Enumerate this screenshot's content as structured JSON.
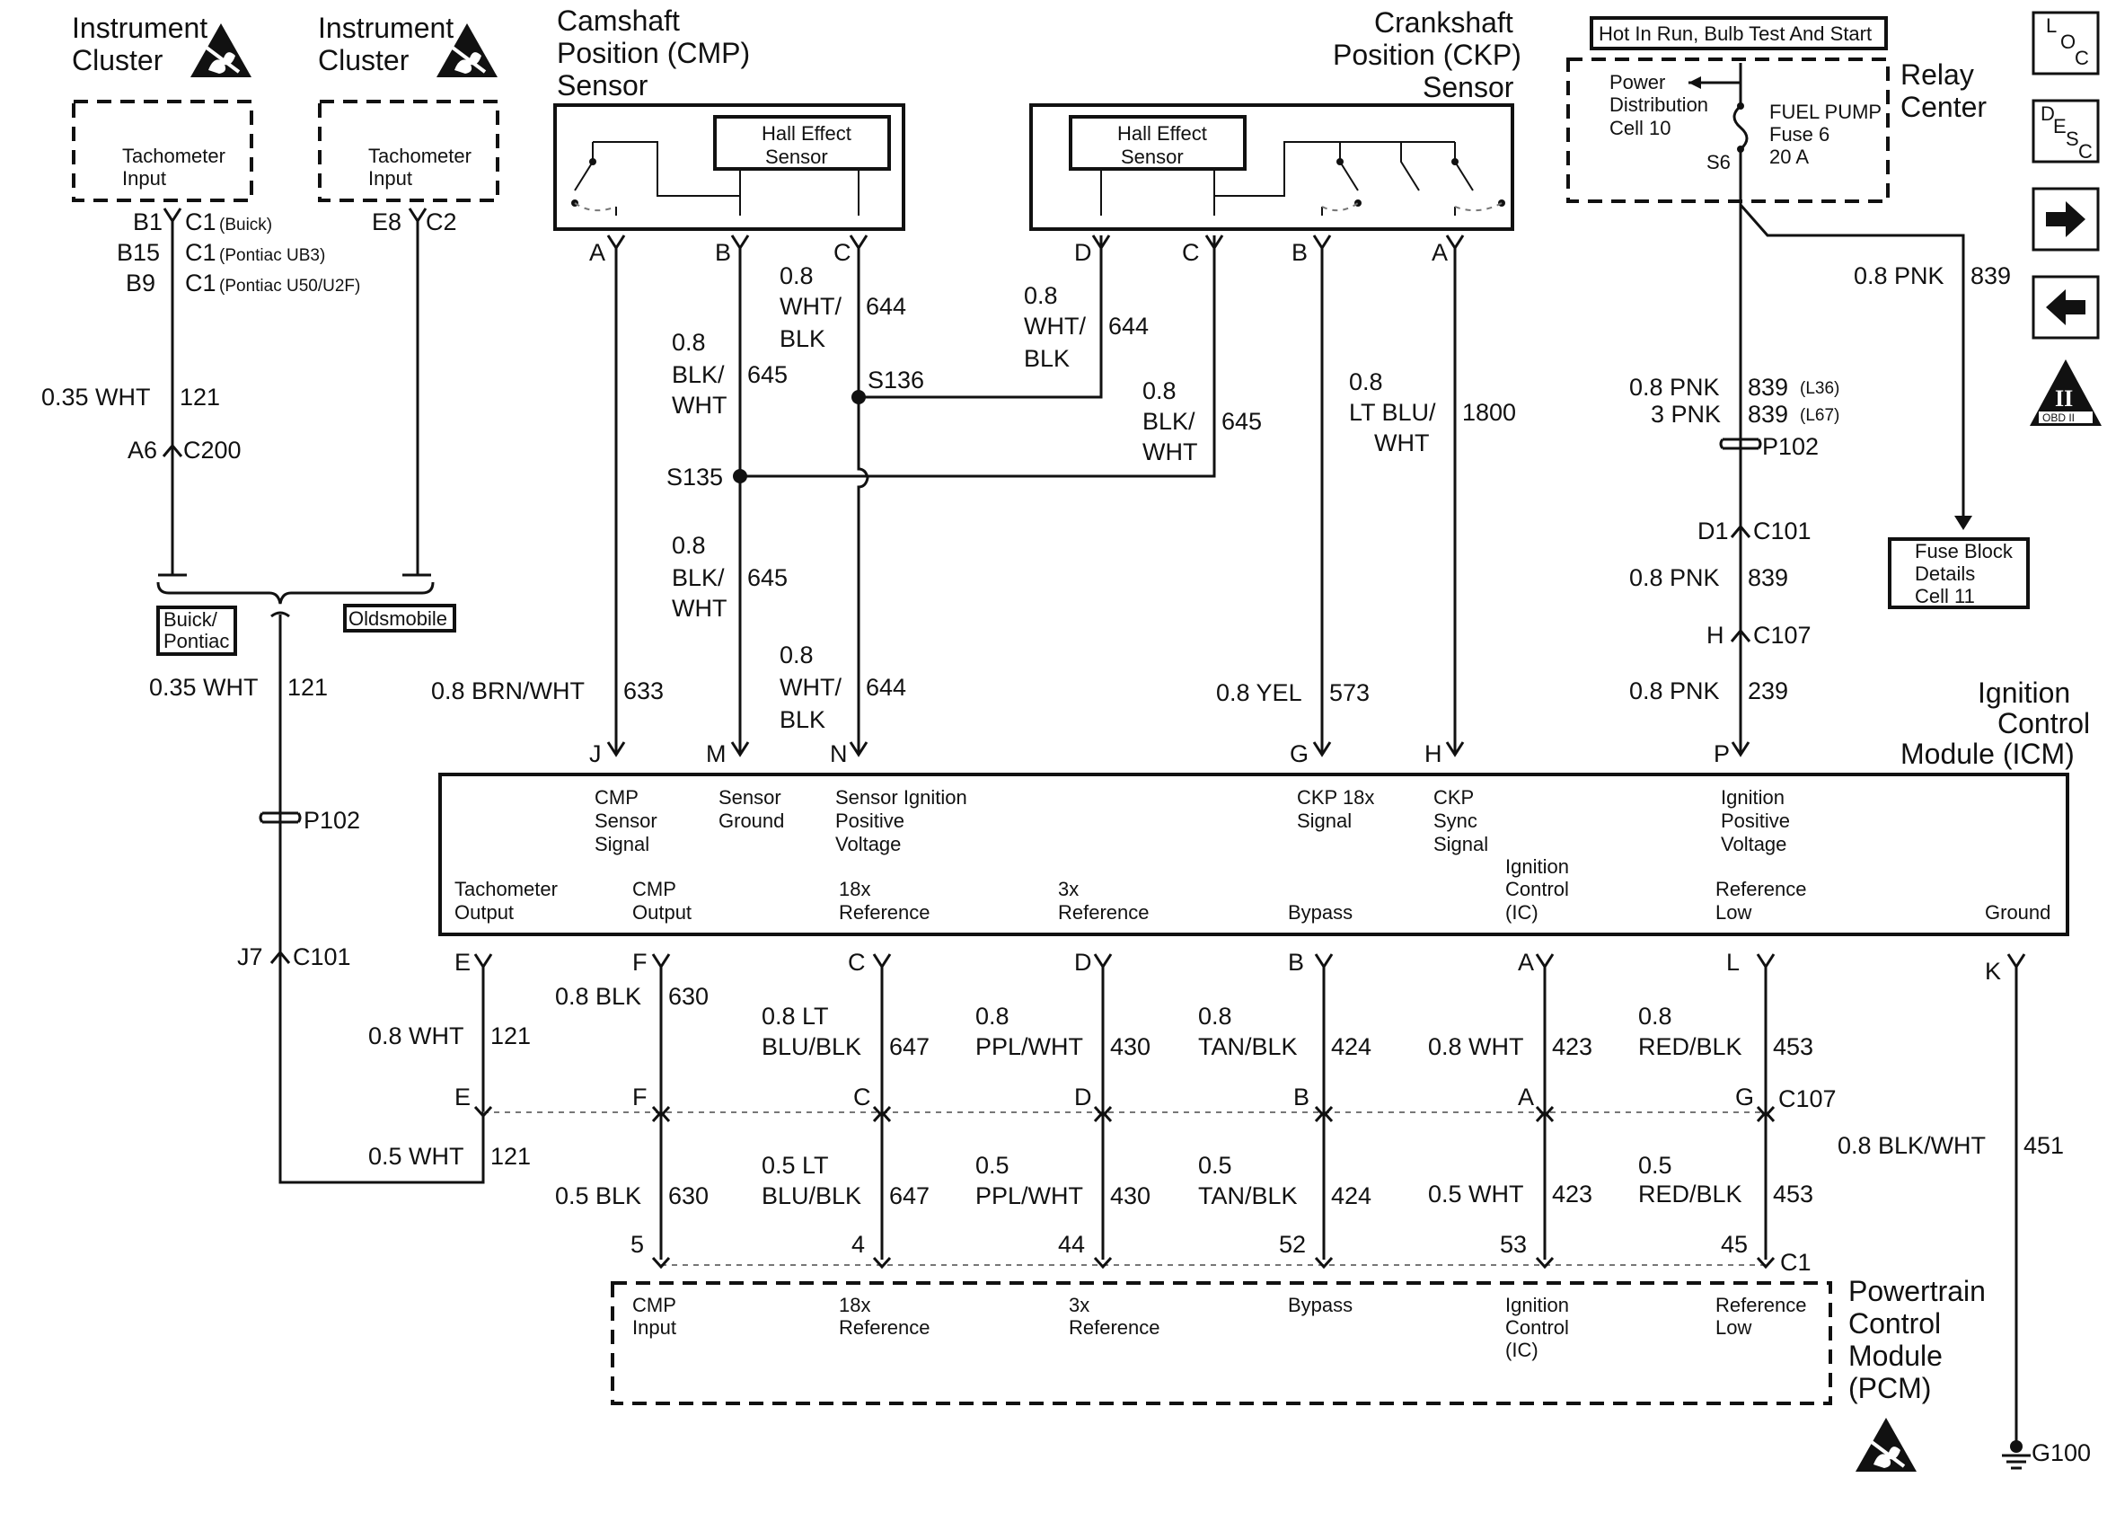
{
  "modules": {
    "instrument_cluster_1": {
      "title_line1": "Instrument",
      "title_line2": "Cluster",
      "input_line1": "Tachometer",
      "input_line2": "Input"
    },
    "instrument_cluster_2": {
      "title_line1": "Instrument",
      "title_line2": "Cluster",
      "input_line1": "Tachometer",
      "input_line2": "Input"
    },
    "cmp_sensor": {
      "title_line1": "Camshaft",
      "title_line2": "Position (CMP)",
      "title_line3": "Sensor",
      "hall_line1": "Hall Effect",
      "hall_line2": "Sensor"
    },
    "ckp_sensor": {
      "title_line1": "Crankshaft",
      "title_line2": "Position (CKP)",
      "title_line3": "Sensor",
      "hall_line1": "Hall Effect",
      "hall_line2": "Sensor"
    },
    "relay_center": {
      "header": "Hot In Run, Bulb Test And Start",
      "title_line1": "Relay",
      "title_line2": "Center",
      "pd_line1": "Power",
      "pd_line2": "Distribution",
      "pd_line3": "Cell 10",
      "fuse_line1": "FUEL PUMP",
      "fuse_line2": "Fuse 6",
      "fuse_line3": "20 A",
      "fuse_pin": "S6"
    },
    "fuse_block": {
      "line1": "Fuse Block",
      "line2": "Details",
      "line3": "Cell 11"
    },
    "icm": {
      "title_line1": "Ignition",
      "title_line2": "Control",
      "title_line3": "Module (ICM)",
      "top_labels": [
        {
          "l1": "CMP",
          "l2": "Sensor",
          "l3": "Signal"
        },
        {
          "l1": "Sensor",
          "l2": "Ground",
          "l3": ""
        },
        {
          "l1": "Sensor Ignition",
          "l2": "Positive",
          "l3": "Voltage"
        },
        {
          "l1": "CKP 18x",
          "l2": "Signal",
          "l3": ""
        },
        {
          "l1": "CKP",
          "l2": "Sync",
          "l3": "Signal"
        },
        {
          "l1": "Ignition",
          "l2": "Positive",
          "l3": "Voltage"
        }
      ],
      "bottom_labels": [
        {
          "l1": "Tachometer",
          "l2": "Output",
          "l3": ""
        },
        {
          "l1": "CMP",
          "l2": "Output",
          "l3": ""
        },
        {
          "l1": "18x",
          "l2": "Reference",
          "l3": ""
        },
        {
          "l1": "3x",
          "l2": "Reference",
          "l3": ""
        },
        {
          "l1": "",
          "l2": "Bypass",
          "l3": ""
        },
        {
          "l1": "Ignition",
          "l2": "Control",
          "l3": "(IC)"
        },
        {
          "l1": "Reference",
          "l2": "Low",
          "l3": ""
        },
        {
          "l1": "",
          "l2": "Ground",
          "l3": ""
        }
      ]
    },
    "pcm": {
      "title_line1": "Powertrain",
      "title_line2": "Control",
      "title_line3": "Module",
      "title_line4": "(PCM)",
      "labels": [
        {
          "l1": "CMP",
          "l2": "Input",
          "l3": ""
        },
        {
          "l1": "18x",
          "l2": "Reference",
          "l3": ""
        },
        {
          "l1": "3x",
          "l2": "Reference",
          "l3": ""
        },
        {
          "l1": "",
          "l2": "Bypass",
          "l3": ""
        },
        {
          "l1": "Ignition",
          "l2": "Control",
          "l3": "(IC)"
        },
        {
          "l1": "Reference",
          "l2": "Low",
          "l3": ""
        }
      ]
    }
  },
  "nav_buttons": {
    "loc": {
      "l1": "L",
      "l2": "O",
      "l3": "C"
    },
    "desc": {
      "l1": "D",
      "l2": "E",
      "l3": "S",
      "l4": "C"
    },
    "obd_badge": "OBD II",
    "obd_roman": "II"
  },
  "options": {
    "buick_pontiac_l1": "Buick/",
    "buick_pontiac_l2": "Pontiac",
    "oldsmobile": "Oldsmobile"
  },
  "cluster_pins": {
    "pin1": "B1",
    "conn1": "C1",
    "note1": "(Buick)",
    "pin2": "B15",
    "conn2": "C1",
    "note2": "(Pontiac UB3)",
    "pin3": "B9",
    "conn3": "C1",
    "note3": "(Pontiac U50/U2F)",
    "pin4": "E8",
    "conn4": "C2"
  },
  "connectors": {
    "a6": "A6",
    "c200": "C200",
    "p102_left": "P102",
    "p102_right": "P102",
    "j7": "J7",
    "c101_left": "C101",
    "d1": "D1",
    "c101_right": "C101",
    "h": "H",
    "c107_top": "C107",
    "c107": "C107",
    "c1": "C1",
    "s135": "S135",
    "s136": "S136",
    "g100": "G100"
  },
  "pins": {
    "cmp_a": "A",
    "cmp_b": "B",
    "cmp_c": "C",
    "ckp_d": "D",
    "ckp_c": "C",
    "ckp_b": "B",
    "ckp_a": "A",
    "icm_j": "J",
    "icm_m": "M",
    "icm_n": "N",
    "icm_g": "G",
    "icm_h": "H",
    "icm_p": "P",
    "icm_e": "E",
    "icm_f": "F",
    "icm_c": "C",
    "icm_d": "D",
    "icm_b": "B",
    "icm_a": "A",
    "icm_l": "L",
    "icm_k": "K",
    "c107_e": "E",
    "c107_f": "F",
    "c107_c": "C",
    "c107_d": "D",
    "c107_b": "B",
    "c107_a": "A",
    "c107_g": "G",
    "pcm_5": "5",
    "pcm_4": "4",
    "pcm_44": "44",
    "pcm_52": "52",
    "pcm_53": "53",
    "pcm_45": "45"
  },
  "wires": {
    "w121a": {
      "color": "0.35 WHT",
      "circuit": "121"
    },
    "w121b": {
      "color": "0.35 WHT",
      "circuit": "121"
    },
    "w121c": {
      "color": "0.8 WHT",
      "circuit": "121"
    },
    "w121d": {
      "color": "0.5 WHT",
      "circuit": "121"
    },
    "w644a": {
      "l1": "0.8",
      "l2": "WHT/",
      "l3": "BLK",
      "circuit": "644"
    },
    "w644b": {
      "l1": "0.8",
      "l2": "WHT/",
      "l3": "BLK",
      "circuit": "644"
    },
    "w644c": {
      "l1": "0.8",
      "l2": "WHT/",
      "l3": "BLK",
      "circuit": "644"
    },
    "w645a": {
      "l1": "0.8",
      "l2": "BLK/",
      "l3": "WHT",
      "circuit": "645"
    },
    "w645b": {
      "l1": "0.8",
      "l2": "BLK/",
      "l3": "WHT",
      "circuit": "645"
    },
    "w645c": {
      "l1": "0.8",
      "l2": "BLK/",
      "l3": "WHT",
      "circuit": "645"
    },
    "w1800": {
      "l1": "0.8",
      "l2": "LT BLU/",
      "l3": "WHT",
      "circuit": "1800"
    },
    "w633": {
      "color": "0.8 BRN/WHT",
      "circuit": "633"
    },
    "w573": {
      "color": "0.8 YEL",
      "circuit": "573"
    },
    "w839a": {
      "color": "0.8 PNK",
      "circuit": "839"
    },
    "w839b": {
      "color": "0.8 PNK",
      "circuit": "839",
      "note": "(L36)"
    },
    "w839c": {
      "color": "3 PNK",
      "circuit": "839",
      "note": "(L67)"
    },
    "w839d": {
      "color": "0.8 PNK",
      "circuit": "839"
    },
    "w239": {
      "color": "0.8 PNK",
      "circuit": "239"
    },
    "w630a": {
      "color": "0.8 BLK",
      "circuit": "630"
    },
    "w630b": {
      "color": "0.5 BLK",
      "circuit": "630"
    },
    "w647a": {
      "l1": "0.8 LT",
      "l2": "BLU/BLK",
      "circuit": "647"
    },
    "w647b": {
      "l1": "0.5 LT",
      "l2": "BLU/BLK",
      "circuit": "647"
    },
    "w430a": {
      "l1": "0.8",
      "l2": "PPL/WHT",
      "circuit": "430"
    },
    "w430b": {
      "l1": "0.5",
      "l2": "PPL/WHT",
      "circuit": "430"
    },
    "w424a": {
      "l1": "0.8",
      "l2": "TAN/BLK",
      "circuit": "424"
    },
    "w424b": {
      "l1": "0.5",
      "l2": "TAN/BLK",
      "circuit": "424"
    },
    "w423a": {
      "color": "0.8 WHT",
      "circuit": "423"
    },
    "w423b": {
      "color": "0.5 WHT",
      "circuit": "423"
    },
    "w453a": {
      "l1": "0.8",
      "l2": "RED/BLK",
      "circuit": "453"
    },
    "w453b": {
      "l1": "0.5",
      "l2": "RED/BLK",
      "circuit": "453"
    },
    "w451": {
      "color": "0.8 BLK/WHT",
      "circuit": "451"
    }
  }
}
